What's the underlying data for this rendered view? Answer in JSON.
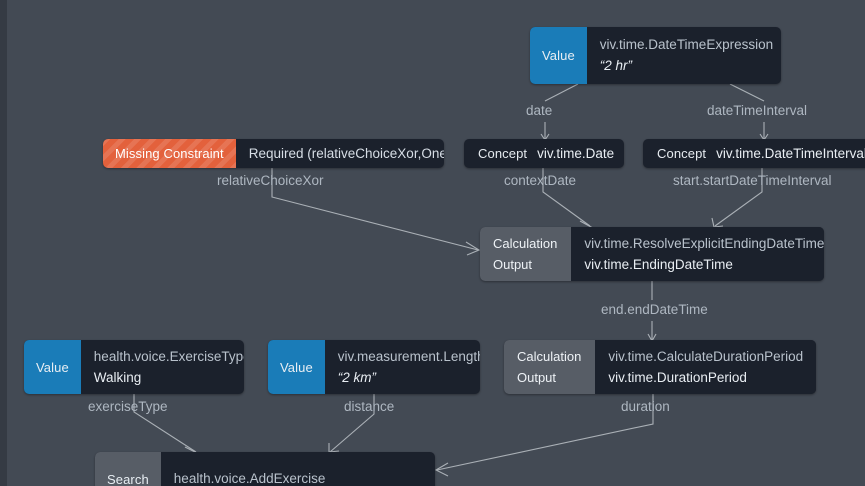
{
  "canvas": {
    "background": "#434a54",
    "node_bg": "#1b212c",
    "accent_value": "#1a7cb8",
    "accent_calc": "#575d66",
    "accent_missing": "#e3613c",
    "edge_color": "#aab0b6"
  },
  "nodes": {
    "datetime_expression": {
      "badge": "Value",
      "type": "viv.time.DateTimeExpression",
      "value": "“2 hr”"
    },
    "missing_constraint": {
      "badge": "Missing Constraint",
      "text": "Required (relativeChoiceXor,One)"
    },
    "concept_date": {
      "badge": "Concept",
      "type": "viv.time.Date"
    },
    "concept_datetime_interval": {
      "badge": "Concept",
      "type": "viv.time.DateTimeInterval"
    },
    "resolve_ending": {
      "label_calculation": "Calculation",
      "label_output": "Output",
      "calculation": "viv.time.ResolveExplicitEndingDateTime",
      "output": "viv.time.EndingDateTime"
    },
    "exercise_type": {
      "badge": "Value",
      "type": "health.voice.ExerciseType",
      "value": "Walking"
    },
    "length": {
      "badge": "Value",
      "type": "viv.measurement.Length",
      "value": "“2 km”"
    },
    "duration_period": {
      "label_calculation": "Calculation",
      "label_output": "Output",
      "calculation": "viv.time.CalculateDurationPeriod",
      "output": "viv.time.DurationPeriod"
    },
    "add_exercise": {
      "badge": "Search",
      "type": "health.voice.AddExercise"
    }
  },
  "edge_labels": {
    "date": "date",
    "date_time_interval": "dateTimeInterval",
    "relative_choice_xor": "relativeChoiceXor",
    "context_date": "contextDate",
    "start_start_date_time_interval": "start.startDateTimeInterval",
    "end_end_date_time": "end.endDateTime",
    "exercise_type": "exerciseType",
    "distance": "distance",
    "duration": "duration"
  }
}
